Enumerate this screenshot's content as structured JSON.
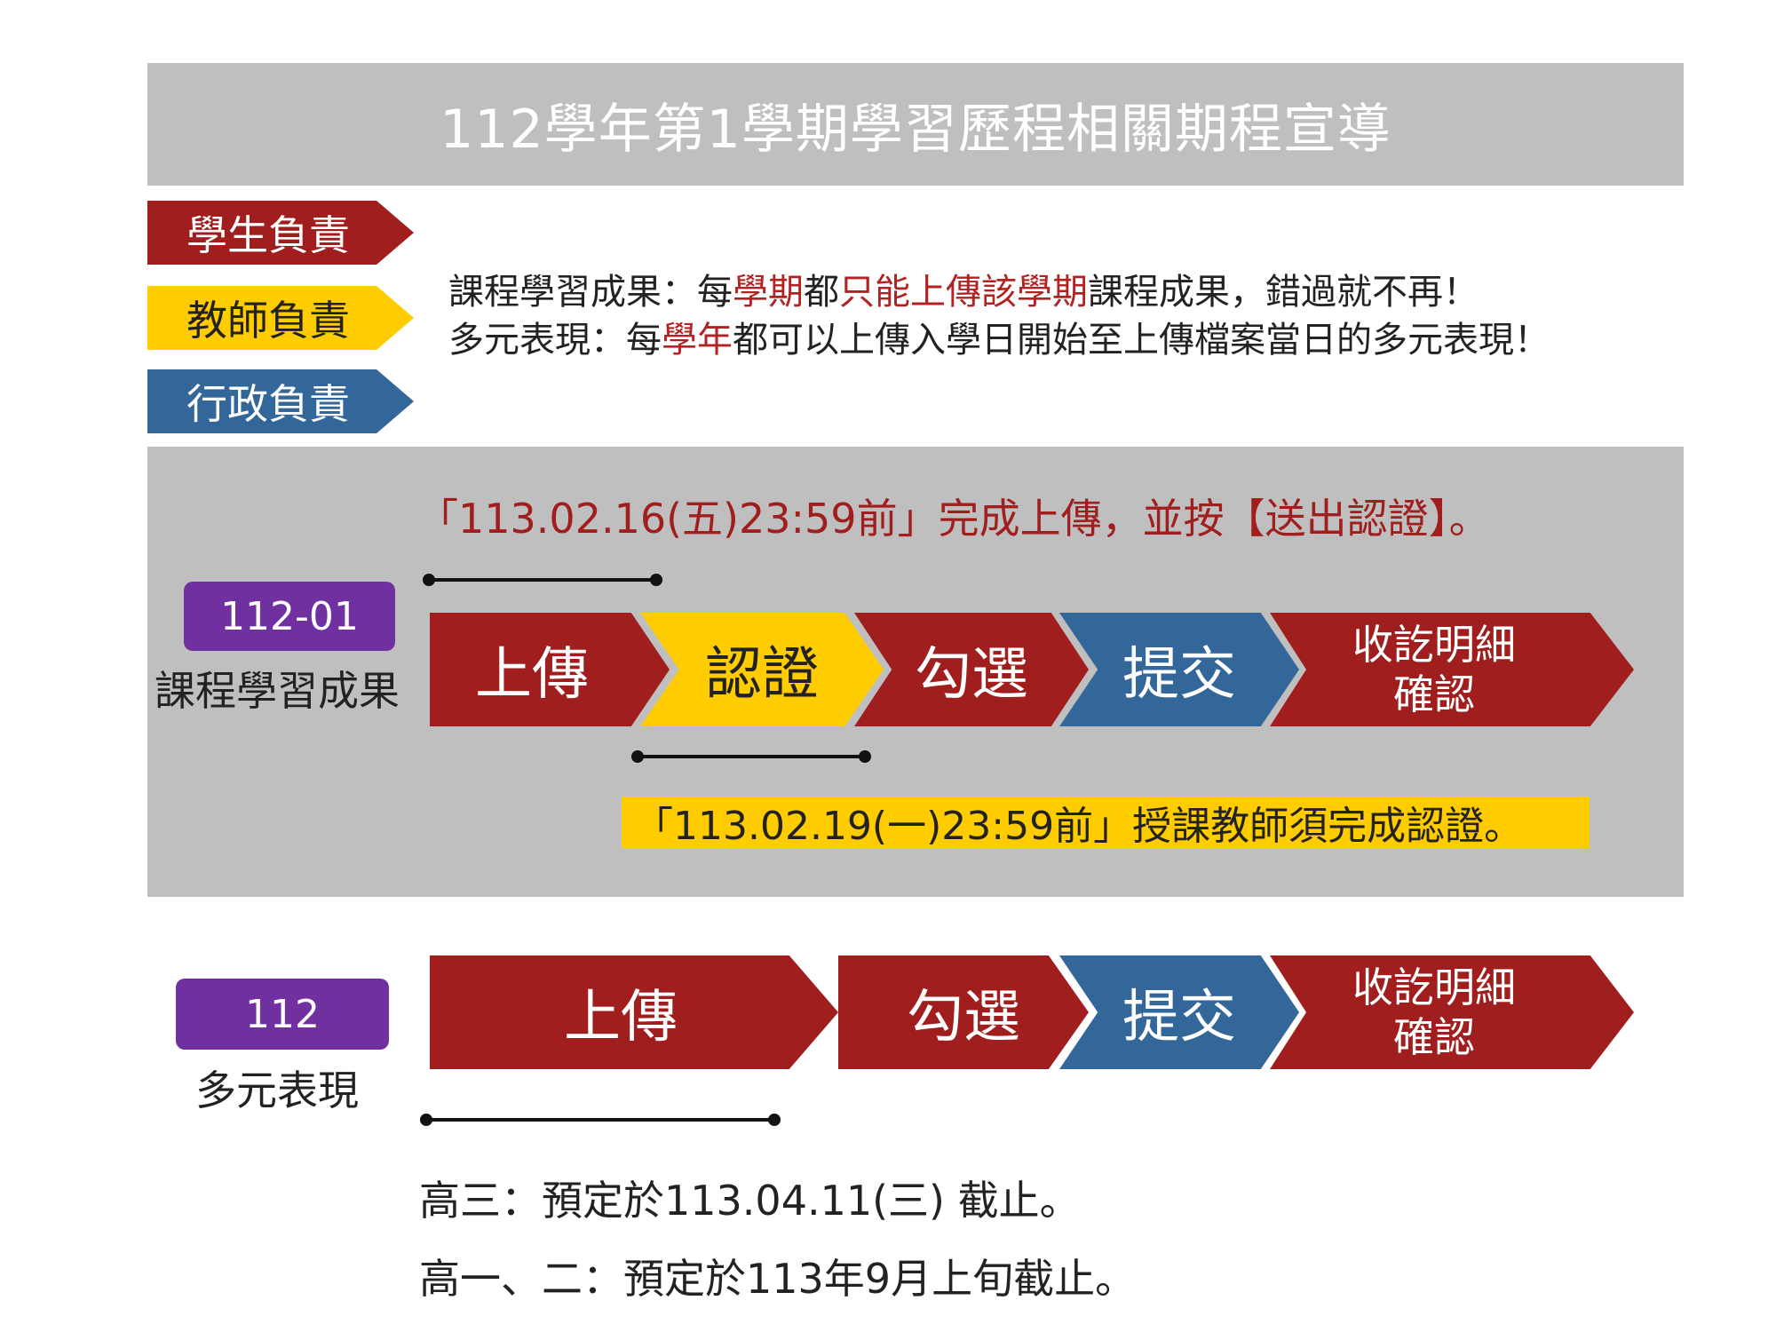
{
  "title": "112學年第1學期學習歷程相關期程宣導",
  "legend": {
    "student": "學生負責",
    "teacher": "教師負責",
    "admin": "行政負責"
  },
  "notes": {
    "line1_a": "課程學習成果：每",
    "line1_b": "學期",
    "line1_c": "都",
    "line1_d": "只能上傳該學期",
    "line1_e": "課程成果，錯過就不再！",
    "line2_a": "多元表現：每",
    "line2_b": "學年",
    "line2_c": "都可以上傳入學日開始至上傳檔案當日的多元表現！"
  },
  "course": {
    "badge": "112-01",
    "label": "課程學習成果",
    "deadline_student": "「113.02.16(五)23:59前」完成上傳，並按【送出認證】。",
    "deadline_teacher": "「113.02.19(一)23:59前」授課教師須完成認證。",
    "steps": {
      "upload": "上傳",
      "certify": "認證",
      "select": "勾選",
      "submit": "提交",
      "confirm_line1": "收訖明細",
      "confirm_line2": "確認"
    }
  },
  "portfolio": {
    "badge": "112",
    "label": "多元表現",
    "steps": {
      "upload": "上傳",
      "select": "勾選",
      "submit": "提交",
      "confirm_line1": "收訖明細",
      "confirm_line2": "確認"
    },
    "note_senior": "高三：預定於113.04.11(三) 截止。",
    "note_junior": "高一、二：預定於113年9月上旬截止。"
  },
  "colors": {
    "student": "#A01E1E",
    "teacher": "#FFCC00",
    "admin": "#336699",
    "badge": "#7030A0",
    "panel": "#BFBFBF"
  }
}
